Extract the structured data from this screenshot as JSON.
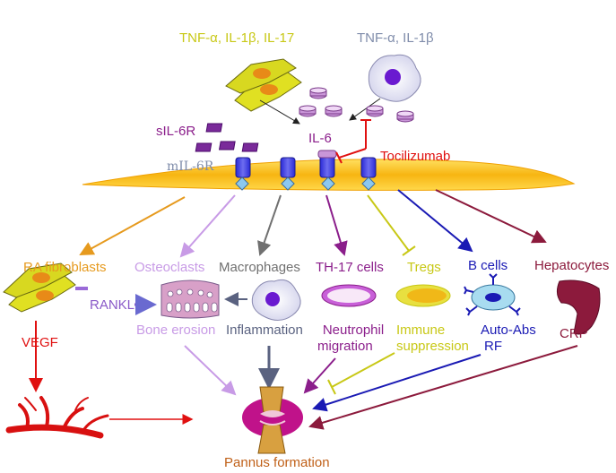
{
  "colors": {
    "yellow": "#c8c816",
    "grey_blue": "#7f8caa",
    "purple": "#8b1e8b",
    "red": "#e01010",
    "orange": "#e69a1e",
    "lavender": "#c89be6",
    "grey": "#707070",
    "dark_blue": "#1a1ab4",
    "maroon": "#8c1a3c",
    "brown": "#c06018",
    "mid_blue": "#6a6ad0",
    "membrane": "#f7b512"
  },
  "labels": {
    "tnf_il1_il17": "TNF-α, IL-1β, IL-17",
    "tnf_il1": "TNF-α, IL-1β",
    "sil6r": "sIL-6R",
    "il6": "IL-6",
    "mil6r": "mIL-6R",
    "tocilizumab": "Tocilizumab",
    "ra_fibroblasts": "RA fibroblasts",
    "osteoclasts": "Osteoclasts",
    "macrophages": "Macrophages",
    "th17": "TH-17 cells",
    "tregs": "Tregs",
    "b_cells": "B cells",
    "hepatocytes": "Hepatocytes",
    "rankl": "RANKL",
    "vegf": "VEGF",
    "bone_erosion": "Bone erosion",
    "inflammation": "Inflammation",
    "neutrophil_migration_1": "Neutrophil",
    "neutrophil_migration_2": "migration",
    "immune_suppression_1": "Immune",
    "immune_suppression_2": "suppression",
    "auto_abs": "Auto-Abs",
    "rf": "RF",
    "crp": "CRP",
    "pannus_formation": "Pannus formation"
  }
}
